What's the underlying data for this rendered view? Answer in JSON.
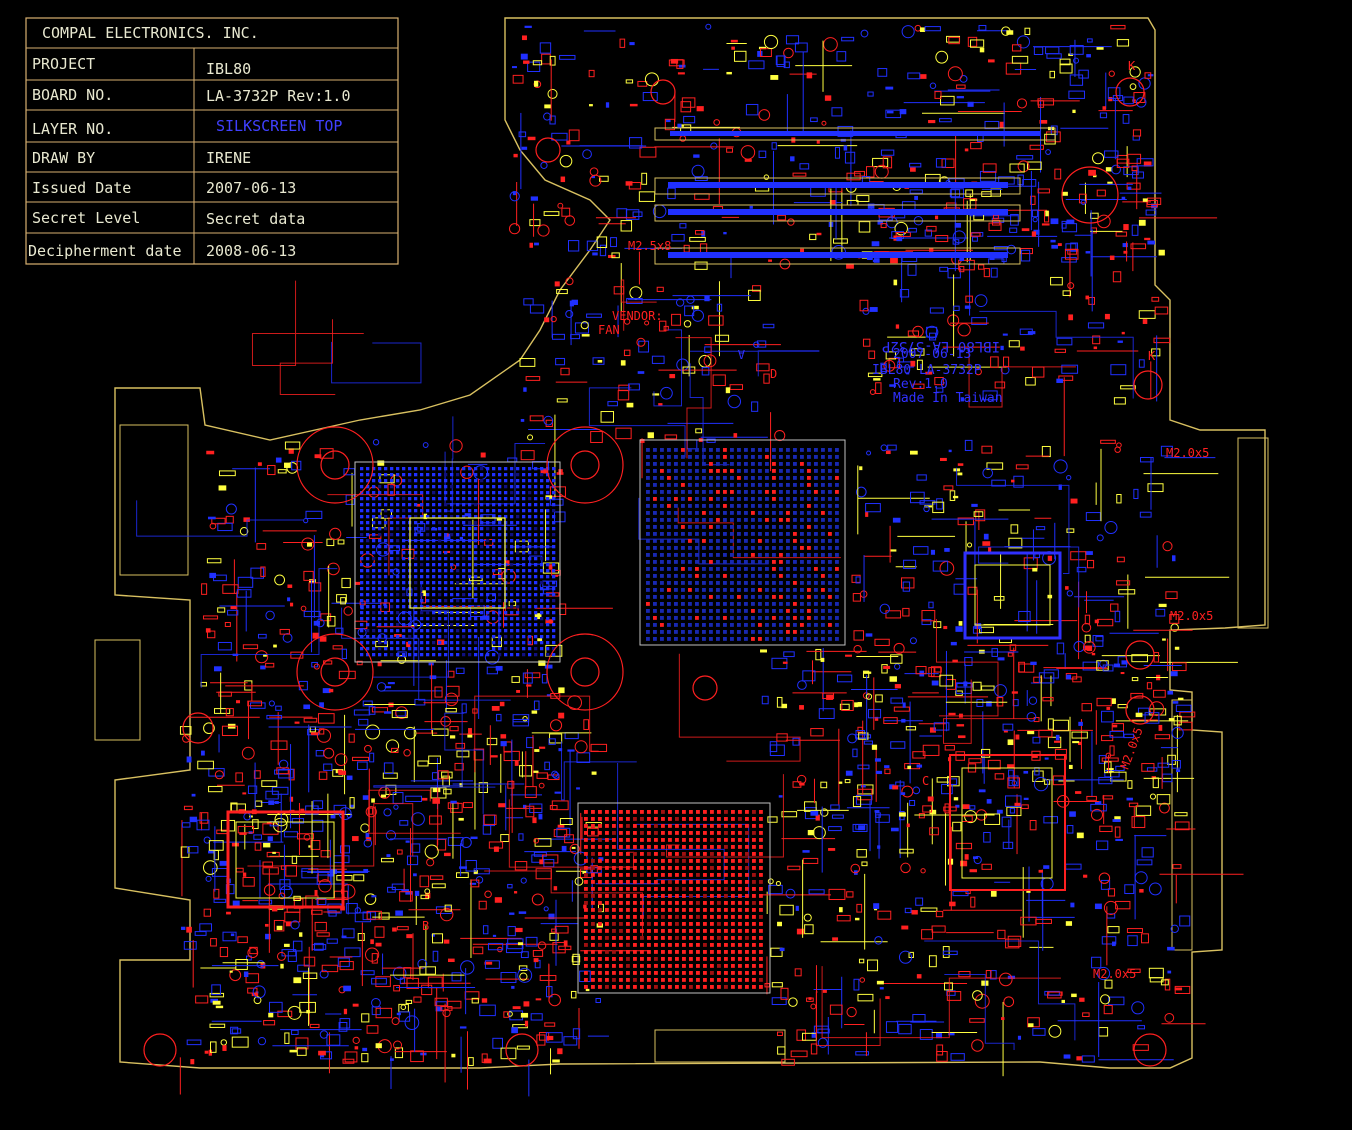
{
  "title_block": {
    "company": "COMPAL ELECTRONICS. INC.",
    "rows": [
      {
        "label": "PROJECT",
        "value": "IBL80"
      },
      {
        "label": "BOARD NO.",
        "value": "LA-3732P Rev:1.0"
      },
      {
        "label": "LAYER NO.",
        "value": "SILKSCREEN TOP"
      },
      {
        "label": "DRAW BY",
        "value": "IRENE"
      },
      {
        "label": "Issued Date",
        "value": "2007-06-13"
      },
      {
        "label": "Secret Level",
        "value": "Secret data"
      },
      {
        "label": "Decipherment date",
        "value": "2008-06-13"
      }
    ]
  },
  "silkscreen": {
    "board_id": "IBL80 LA-3732P",
    "board_id_mirrored": "IBL80 LA-3732P",
    "date": "2007-06-13",
    "rev": "Rev:1.0",
    "made_in": "Made In Taiwan",
    "vendor_label": "VENDOR:",
    "fan_label": "FAN",
    "screw_labels": [
      "M2.5x8",
      "M2.0x5",
      "M2.0x5",
      "M2.0x5",
      "M2.0x5"
    ],
    "zone_letters": [
      "A",
      "B",
      "C",
      "D",
      "K",
      "K"
    ]
  },
  "colors": {
    "background": "#000000",
    "outline": "#d8c060",
    "copper_top": "#ff2020",
    "copper_bottom": "#2030ff",
    "silk": "#ffff40"
  }
}
